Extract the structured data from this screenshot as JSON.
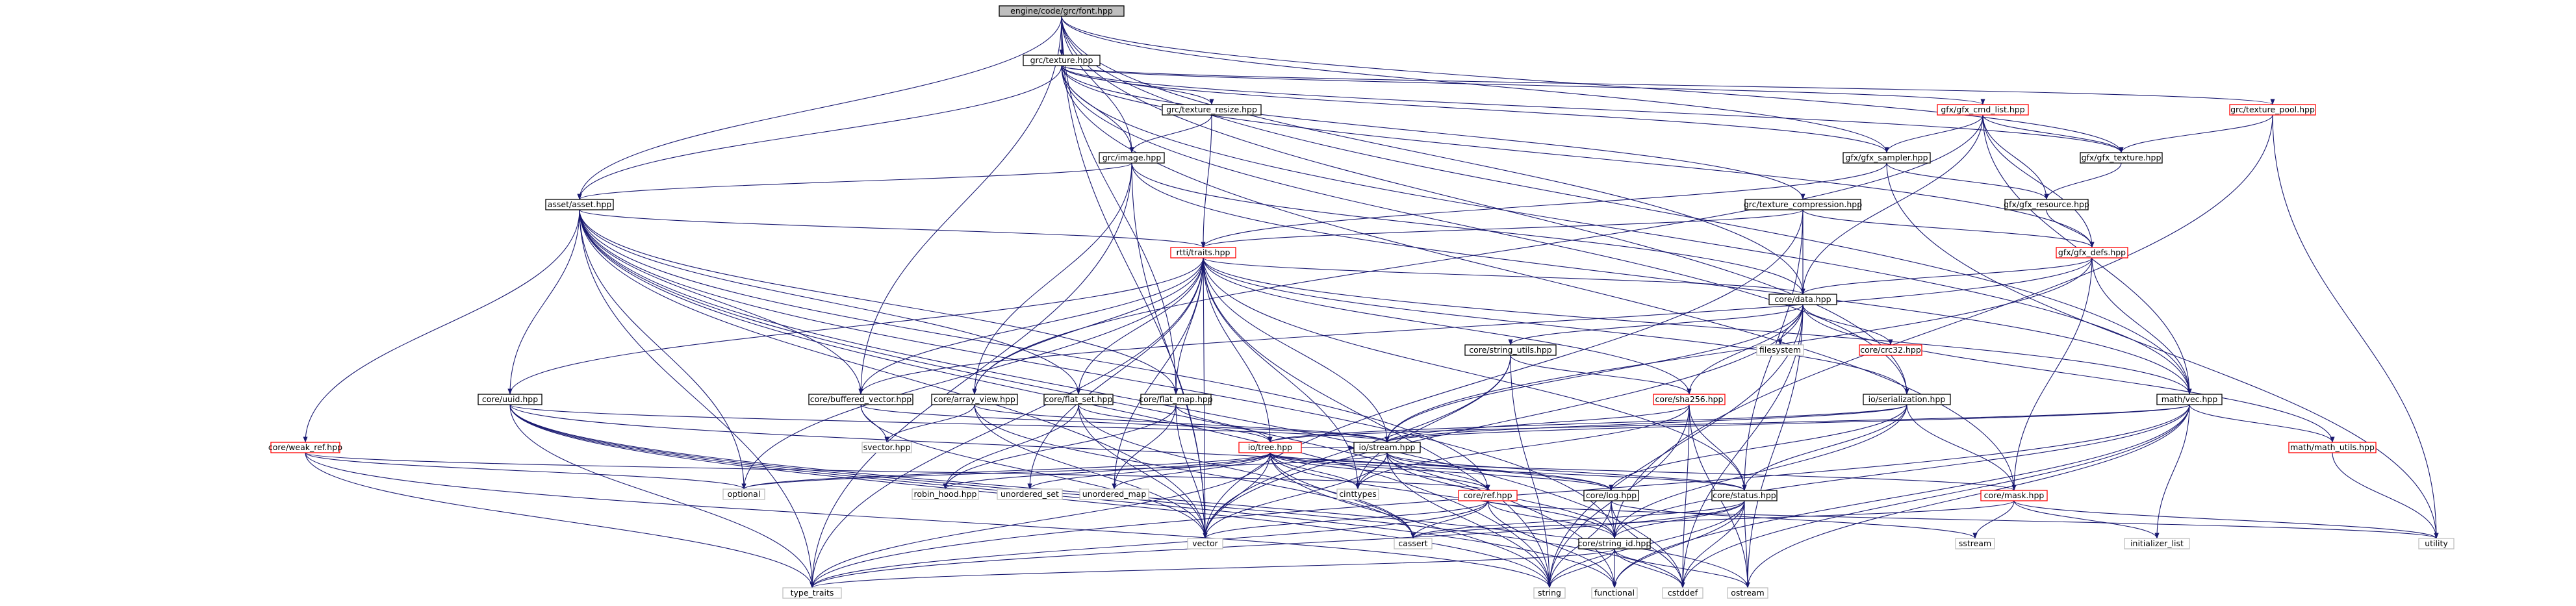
{
  "diagram": {
    "kind": "include-dependency-graph",
    "colors": {
      "edge": "#191970",
      "root_fill": "#bfbfbf",
      "local_border": "#000000",
      "expandable_border": "#ff0000",
      "system_border": "#bfbfbf",
      "text": "#000000"
    },
    "nodes": [
      {
        "id": "root",
        "label": "engine/code/grc/font.hpp",
        "style": "root"
      },
      {
        "id": "texture",
        "label": "grc/texture.hpp",
        "style": "local"
      },
      {
        "id": "texture_resize",
        "label": "grc/texture_resize.hpp",
        "style": "local"
      },
      {
        "id": "gfx_cmd_list",
        "label": "gfx/gfx_cmd_list.hpp",
        "style": "expandable"
      },
      {
        "id": "texture_pool",
        "label": "grc/texture_pool.hpp",
        "style": "expandable"
      },
      {
        "id": "image",
        "label": "grc/image.hpp",
        "style": "local"
      },
      {
        "id": "gfx_sampler",
        "label": "gfx/gfx_sampler.hpp",
        "style": "local"
      },
      {
        "id": "gfx_texture",
        "label": "gfx/gfx_texture.hpp",
        "style": "local"
      },
      {
        "id": "asset",
        "label": "asset/asset.hpp",
        "style": "local"
      },
      {
        "id": "texture_compression",
        "label": "grc/texture_compression.hpp",
        "style": "local"
      },
      {
        "id": "gfx_resource",
        "label": "gfx/gfx_resource.hpp",
        "style": "local"
      },
      {
        "id": "rtti",
        "label": "rtti/traits.hpp",
        "style": "expandable"
      },
      {
        "id": "gfx_defs",
        "label": "gfx/gfx_defs.hpp",
        "style": "expandable"
      },
      {
        "id": "data",
        "label": "core/data.hpp",
        "style": "local"
      },
      {
        "id": "string_utils",
        "label": "core/string_utils.hpp",
        "style": "local"
      },
      {
        "id": "filesystem",
        "label": "filesystem",
        "style": "system"
      },
      {
        "id": "crc32",
        "label": "core/crc32.hpp",
        "style": "expandable"
      },
      {
        "id": "uuid",
        "label": "core/uuid.hpp",
        "style": "local"
      },
      {
        "id": "buffered_vector",
        "label": "core/buffered_vector.hpp",
        "style": "local"
      },
      {
        "id": "array_view",
        "label": "core/array_view.hpp",
        "style": "local"
      },
      {
        "id": "flat_set",
        "label": "core/flat_set.hpp",
        "style": "local"
      },
      {
        "id": "flat_map",
        "label": "core/flat_map.hpp",
        "style": "local"
      },
      {
        "id": "sha256",
        "label": "core/sha256.hpp",
        "style": "expandable"
      },
      {
        "id": "serialization",
        "label": "io/serialization.hpp",
        "style": "local"
      },
      {
        "id": "math_vec",
        "label": "math/vec.hpp",
        "style": "local"
      },
      {
        "id": "weak_ref",
        "label": "core/weak_ref.hpp",
        "style": "expandable"
      },
      {
        "id": "svector",
        "label": "svector.hpp",
        "style": "system"
      },
      {
        "id": "io_tree",
        "label": "io/tree.hpp",
        "style": "expandable"
      },
      {
        "id": "io_stream",
        "label": "io/stream.hpp",
        "style": "local"
      },
      {
        "id": "math_utils",
        "label": "math/math_utils.hpp",
        "style": "expandable"
      },
      {
        "id": "optional",
        "label": "optional",
        "style": "system"
      },
      {
        "id": "robin_hood",
        "label": "robin_hood.hpp",
        "style": "system"
      },
      {
        "id": "unordered_set",
        "label": "unordered_set",
        "style": "system"
      },
      {
        "id": "unordered_map",
        "label": "unordered_map",
        "style": "system"
      },
      {
        "id": "cinttypes",
        "label": "cinttypes",
        "style": "system"
      },
      {
        "id": "core_ref",
        "label": "core/ref.hpp",
        "style": "expandable"
      },
      {
        "id": "core_log",
        "label": "core/log.hpp",
        "style": "local"
      },
      {
        "id": "core_status",
        "label": "core/status.hpp",
        "style": "local"
      },
      {
        "id": "core_mask",
        "label": "core/mask.hpp",
        "style": "expandable"
      },
      {
        "id": "vector",
        "label": "vector",
        "style": "system"
      },
      {
        "id": "cassert",
        "label": "cassert",
        "style": "system"
      },
      {
        "id": "string_id",
        "label": "core/string_id.hpp",
        "style": "local"
      },
      {
        "id": "sstream",
        "label": "sstream",
        "style": "system"
      },
      {
        "id": "initializer_list",
        "label": "initializer_list",
        "style": "system"
      },
      {
        "id": "utility",
        "label": "utility",
        "style": "system"
      },
      {
        "id": "type_traits",
        "label": "type_traits",
        "style": "system"
      },
      {
        "id": "string",
        "label": "string",
        "style": "system"
      },
      {
        "id": "functional",
        "label": "functional",
        "style": "system"
      },
      {
        "id": "cstddef",
        "label": "cstddef",
        "style": "system"
      },
      {
        "id": "ostream",
        "label": "ostream",
        "style": "system"
      }
    ],
    "edges": [
      [
        "root",
        "texture"
      ],
      [
        "root",
        "image"
      ],
      [
        "root",
        "asset"
      ],
      [
        "root",
        "gfx_texture"
      ],
      [
        "root",
        "gfx_sampler"
      ],
      [
        "root",
        "data"
      ],
      [
        "root",
        "flat_map"
      ],
      [
        "root",
        "buffered_vector"
      ],
      [
        "root",
        "math_vec"
      ],
      [
        "root",
        "vector"
      ],
      [
        "root",
        "serialization"
      ],
      [
        "texture",
        "texture_resize"
      ],
      [
        "texture",
        "gfx_cmd_list"
      ],
      [
        "texture",
        "texture_pool"
      ],
      [
        "texture",
        "image"
      ],
      [
        "texture",
        "gfx_sampler"
      ],
      [
        "texture",
        "gfx_texture"
      ],
      [
        "texture",
        "asset"
      ],
      [
        "texture",
        "texture_compression"
      ],
      [
        "texture",
        "gfx_defs"
      ],
      [
        "texture",
        "serialization"
      ],
      [
        "texture",
        "math_vec"
      ],
      [
        "texture",
        "core_mask"
      ],
      [
        "texture_resize",
        "image"
      ],
      [
        "texture_resize",
        "rtti"
      ],
      [
        "gfx_cmd_list",
        "gfx_sampler"
      ],
      [
        "gfx_cmd_list",
        "gfx_texture"
      ],
      [
        "gfx_cmd_list",
        "gfx_resource"
      ],
      [
        "gfx_cmd_list",
        "gfx_defs"
      ],
      [
        "gfx_cmd_list",
        "data"
      ],
      [
        "gfx_cmd_list",
        "math_vec"
      ],
      [
        "gfx_cmd_list",
        "array_view"
      ],
      [
        "texture_pool",
        "gfx_texture"
      ],
      [
        "texture_pool",
        "string_id"
      ],
      [
        "texture_pool",
        "utility"
      ],
      [
        "image",
        "asset"
      ],
      [
        "image",
        "data"
      ],
      [
        "image",
        "array_view"
      ],
      [
        "image",
        "math_vec"
      ],
      [
        "image",
        "vector"
      ],
      [
        "image",
        "type_traits"
      ],
      [
        "gfx_sampler",
        "gfx_resource"
      ],
      [
        "gfx_sampler",
        "rtti"
      ],
      [
        "gfx_sampler",
        "utility"
      ],
      [
        "gfx_texture",
        "gfx_resource"
      ],
      [
        "gfx_resource",
        "gfx_defs"
      ],
      [
        "texture_compression",
        "gfx_defs"
      ],
      [
        "texture_compression",
        "data"
      ],
      [
        "texture_compression",
        "rtti"
      ],
      [
        "texture_compression",
        "core_status"
      ],
      [
        "texture_compression",
        "vector"
      ],
      [
        "asset",
        "rtti"
      ],
      [
        "asset",
        "uuid"
      ],
      [
        "asset",
        "buffered_vector"
      ],
      [
        "asset",
        "flat_set"
      ],
      [
        "asset",
        "weak_ref"
      ],
      [
        "asset",
        "optional"
      ],
      [
        "asset",
        "core_ref"
      ],
      [
        "asset",
        "string"
      ],
      [
        "asset",
        "functional"
      ],
      [
        "asset",
        "cstddef"
      ],
      [
        "asset",
        "type_traits"
      ],
      [
        "asset",
        "vector"
      ],
      [
        "asset",
        "flat_map"
      ],
      [
        "asset",
        "string_id"
      ],
      [
        "rtti",
        "data"
      ],
      [
        "rtti",
        "io_tree"
      ],
      [
        "rtti",
        "io_stream"
      ],
      [
        "rtti",
        "uuid"
      ],
      [
        "rtti",
        "buffered_vector"
      ],
      [
        "rtti",
        "array_view"
      ],
      [
        "rtti",
        "flat_set"
      ],
      [
        "rtti",
        "flat_map"
      ],
      [
        "rtti",
        "sha256"
      ],
      [
        "rtti",
        "serialization"
      ],
      [
        "rtti",
        "math_vec"
      ],
      [
        "rtti",
        "optional"
      ],
      [
        "rtti",
        "unordered_set"
      ],
      [
        "rtti",
        "unordered_map"
      ],
      [
        "rtti",
        "cinttypes"
      ],
      [
        "rtti",
        "vector"
      ],
      [
        "rtti",
        "string"
      ],
      [
        "rtti",
        "type_traits"
      ],
      [
        "rtti",
        "core_status"
      ],
      [
        "gfx_defs",
        "data"
      ],
      [
        "gfx_defs",
        "math_vec"
      ],
      [
        "gfx_defs",
        "core_mask"
      ],
      [
        "gfx_defs",
        "io_stream"
      ],
      [
        "gfx_defs",
        "buffered_vector"
      ],
      [
        "data",
        "string_utils"
      ],
      [
        "data",
        "filesystem"
      ],
      [
        "data",
        "crc32"
      ],
      [
        "data",
        "sha256"
      ],
      [
        "data",
        "io_stream"
      ],
      [
        "data",
        "math_utils"
      ],
      [
        "data",
        "cstddef"
      ],
      [
        "data",
        "ostream"
      ],
      [
        "data",
        "string"
      ],
      [
        "data",
        "vector"
      ],
      [
        "string_utils",
        "cinttypes"
      ],
      [
        "string_utils",
        "string"
      ],
      [
        "string_utils",
        "sha256"
      ],
      [
        "string_utils",
        "vector"
      ],
      [
        "uuid",
        "io_stream"
      ],
      [
        "uuid",
        "string"
      ],
      [
        "uuid",
        "cstddef"
      ],
      [
        "uuid",
        "type_traits"
      ],
      [
        "uuid",
        "functional"
      ],
      [
        "uuid",
        "ostream"
      ],
      [
        "uuid",
        "core_log"
      ],
      [
        "buffered_vector",
        "svector"
      ],
      [
        "buffered_vector",
        "vector"
      ],
      [
        "buffered_vector",
        "io_stream"
      ],
      [
        "array_view",
        "svector"
      ],
      [
        "array_view",
        "vector"
      ],
      [
        "array_view",
        "io_stream"
      ],
      [
        "array_view",
        "cassert"
      ],
      [
        "flat_set",
        "io_tree"
      ],
      [
        "flat_set",
        "robin_hood"
      ],
      [
        "flat_set",
        "vector"
      ],
      [
        "flat_set",
        "cassert"
      ],
      [
        "flat_map",
        "io_tree"
      ],
      [
        "flat_map",
        "robin_hood"
      ],
      [
        "flat_map",
        "unordered_map"
      ],
      [
        "flat_map",
        "vector"
      ],
      [
        "sha256",
        "io_stream"
      ],
      [
        "sha256",
        "cinttypes"
      ],
      [
        "sha256",
        "string"
      ],
      [
        "sha256",
        "ostream"
      ],
      [
        "sha256",
        "cstddef"
      ],
      [
        "sha256",
        "core_status"
      ],
      [
        "serialization",
        "io_stream"
      ],
      [
        "serialization",
        "io_tree"
      ],
      [
        "serialization",
        "core_log"
      ],
      [
        "serialization",
        "core_status"
      ],
      [
        "serialization",
        "core_mask"
      ],
      [
        "serialization",
        "string_id"
      ],
      [
        "math_vec",
        "io_tree"
      ],
      [
        "math_vec",
        "io_stream"
      ],
      [
        "math_vec",
        "math_utils"
      ],
      [
        "math_vec",
        "string_id"
      ],
      [
        "math_vec",
        "initializer_list"
      ],
      [
        "math_vec",
        "ostream"
      ],
      [
        "math_vec",
        "cstddef"
      ],
      [
        "math_vec",
        "functional"
      ],
      [
        "math_vec",
        "type_traits"
      ],
      [
        "weak_ref",
        "optional"
      ],
      [
        "weak_ref",
        "core_ref"
      ],
      [
        "weak_ref",
        "string"
      ],
      [
        "weak_ref",
        "type_traits"
      ],
      [
        "io_tree",
        "io_stream"
      ],
      [
        "io_tree",
        "optional"
      ],
      [
        "io_tree",
        "robin_hood"
      ],
      [
        "io_tree",
        "unordered_set"
      ],
      [
        "io_tree",
        "unordered_map"
      ],
      [
        "io_tree",
        "cinttypes"
      ],
      [
        "io_tree",
        "core_ref"
      ],
      [
        "io_tree",
        "core_log"
      ],
      [
        "io_tree",
        "core_status"
      ],
      [
        "io_tree",
        "core_mask"
      ],
      [
        "io_tree",
        "vector"
      ],
      [
        "io_tree",
        "cassert"
      ],
      [
        "io_tree",
        "string_id"
      ],
      [
        "io_tree",
        "type_traits"
      ],
      [
        "io_tree",
        "string"
      ],
      [
        "io_stream",
        "cinttypes"
      ],
      [
        "io_stream",
        "core_ref"
      ],
      [
        "io_stream",
        "core_log"
      ],
      [
        "io_stream",
        "core_status"
      ],
      [
        "io_stream",
        "vector"
      ],
      [
        "io_stream",
        "string"
      ],
      [
        "io_stream",
        "optional"
      ],
      [
        "io_stream",
        "string_id"
      ],
      [
        "math_utils",
        "utility"
      ],
      [
        "core_ref",
        "cassert"
      ],
      [
        "core_ref",
        "string_id"
      ],
      [
        "core_ref",
        "functional"
      ],
      [
        "core_ref",
        "type_traits"
      ],
      [
        "core_ref",
        "utility"
      ],
      [
        "core_ref",
        "vector"
      ],
      [
        "core_log",
        "string"
      ],
      [
        "core_log",
        "cstddef"
      ],
      [
        "core_log",
        "string_id"
      ],
      [
        "core_log",
        "sstream"
      ],
      [
        "core_status",
        "string_id"
      ],
      [
        "core_status",
        "string"
      ],
      [
        "core_status",
        "functional"
      ],
      [
        "core_status",
        "cstddef"
      ],
      [
        "core_status",
        "ostream"
      ],
      [
        "core_status",
        "type_traits"
      ],
      [
        "core_status",
        "cassert"
      ],
      [
        "core_mask",
        "initializer_list"
      ],
      [
        "core_mask",
        "sstream"
      ],
      [
        "core_mask",
        "utility"
      ],
      [
        "core_mask",
        "cassert"
      ],
      [
        "string_id",
        "string"
      ],
      [
        "string_id",
        "functional"
      ],
      [
        "string_id",
        "cstddef"
      ],
      [
        "string_id",
        "ostream"
      ],
      [
        "string_id",
        "type_traits"
      ]
    ]
  }
}
